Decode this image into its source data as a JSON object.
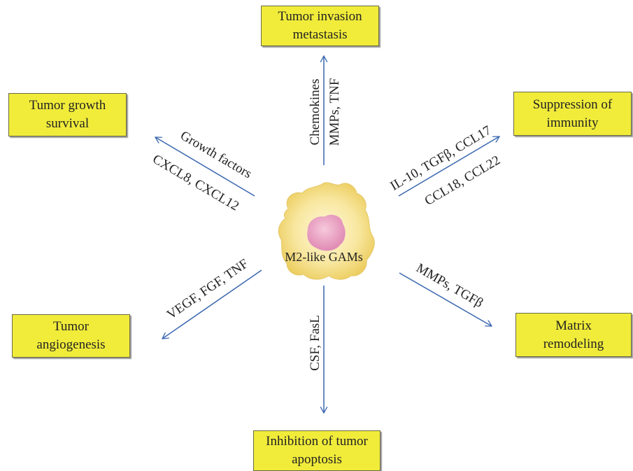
{
  "center": {
    "label": "M2-like GAMs"
  },
  "boxes": {
    "invasion": {
      "line1": "Tumor invasion",
      "line2": "metastasis"
    },
    "growth": {
      "line1": "Tumor growth",
      "line2": "survival"
    },
    "immunity": {
      "line1": "Suppression of",
      "line2": "immunity"
    },
    "angiogenesis": {
      "line1": "Tumor",
      "line2": "angiogenesis"
    },
    "matrix": {
      "line1": "Matrix",
      "line2": "remodeling"
    },
    "apoptosis": {
      "line1": "Inhibition of tumor",
      "line2": "apoptosis"
    }
  },
  "labels": {
    "chemokines": "Chemokines",
    "mmps_tnf": "MMPs, TNF",
    "growth_factors": "Growth factors",
    "cxcl": "CXCL8, CXCL12",
    "il10": "IL-10, TGFβ, CCL17",
    "ccl18": "CCL18, CCL22",
    "vegf": "VEGF, FGF, TNF",
    "mmps_tgf": "MMPs, TGFβ",
    "csf": "CSF, FasL"
  },
  "colors": {
    "box_fill": "#f1ec3a",
    "arrow": "#3a67b0",
    "cell_outer": "#f4e08a",
    "nucleus": "#e79bc0"
  }
}
